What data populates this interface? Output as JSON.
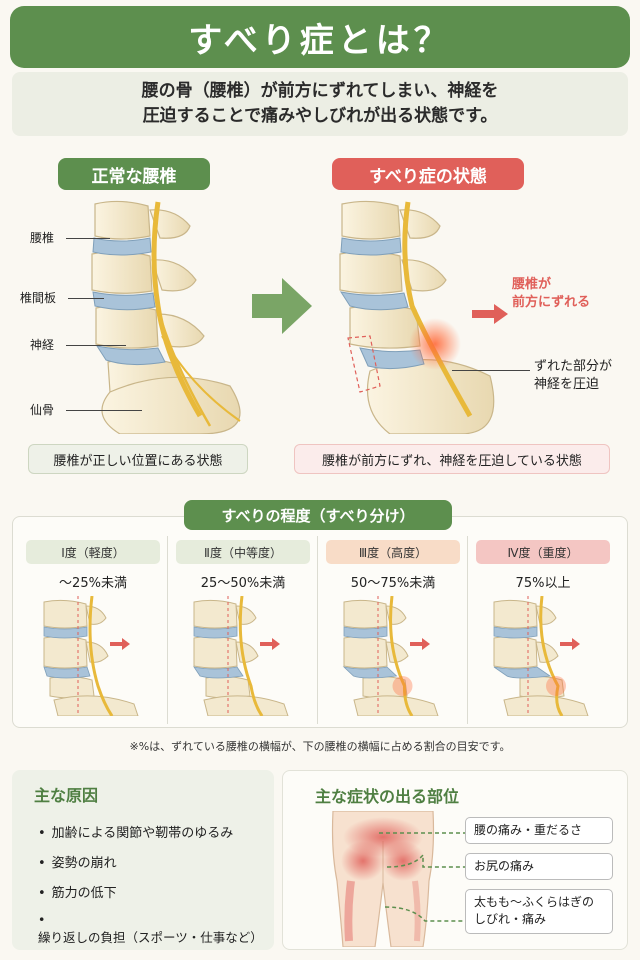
{
  "title": "すべり症とは？",
  "intro": "腰の骨（腰椎）が前方にずれてしまい、神経を\n圧迫することで痛みやしびれが出る状態です。",
  "normal": {
    "header": "正常な腰椎",
    "labels": {
      "vertebra": "腰椎",
      "disc": "椎間板",
      "nerve": "神経",
      "sacrum": "仙骨"
    },
    "caption": "腰椎が正しい位置にある状態"
  },
  "slip": {
    "header": "すべり症の状態",
    "shift_label": "腰椎が\n前方にずれる",
    "compress_label": "ずれた部分が\n神経を圧迫",
    "caption": "腰椎が前方にずれ、神経を圧迫している状態"
  },
  "grades": {
    "header": "すべりの程度（すべり分け）",
    "items": [
      {
        "name": "Ⅰ度（軽度）",
        "range": "〜25%未満",
        "color": "#e6ecdc",
        "slip": 0.15
      },
      {
        "name": "Ⅱ度（中等度）",
        "range": "25〜50%未満",
        "color": "#e6ecdc",
        "slip": 0.35
      },
      {
        "name": "Ⅲ度（高度）",
        "range": "50〜75%未満",
        "color": "#f8dcc7",
        "slip": 0.6
      },
      {
        "name": "Ⅳ度（重度）",
        "range": "75%以上",
        "color": "#f4c6c3",
        "slip": 0.85
      }
    ],
    "note": "※%は、ずれている腰椎の横幅が、下の腰椎の横幅に占める割合の目安です。"
  },
  "causes": {
    "title": "主な原因",
    "items": [
      "加齢による関節や靭帯のゆるみ",
      "姿勢の崩れ",
      "筋力の低下",
      "繰り返しの負担（スポーツ・仕事など）"
    ]
  },
  "symptoms": {
    "title": "主な症状の出る部位",
    "items": [
      "腰の痛み・重だるさ",
      "お尻の痛み",
      "太もも〜ふくらはぎの\nしびれ・痛み"
    ]
  },
  "colors": {
    "green": "#5d8f4e",
    "red": "#e0605a",
    "bone": "#f3e9cf",
    "disc": "#a9c3d9",
    "nerve": "#e8b93a"
  }
}
